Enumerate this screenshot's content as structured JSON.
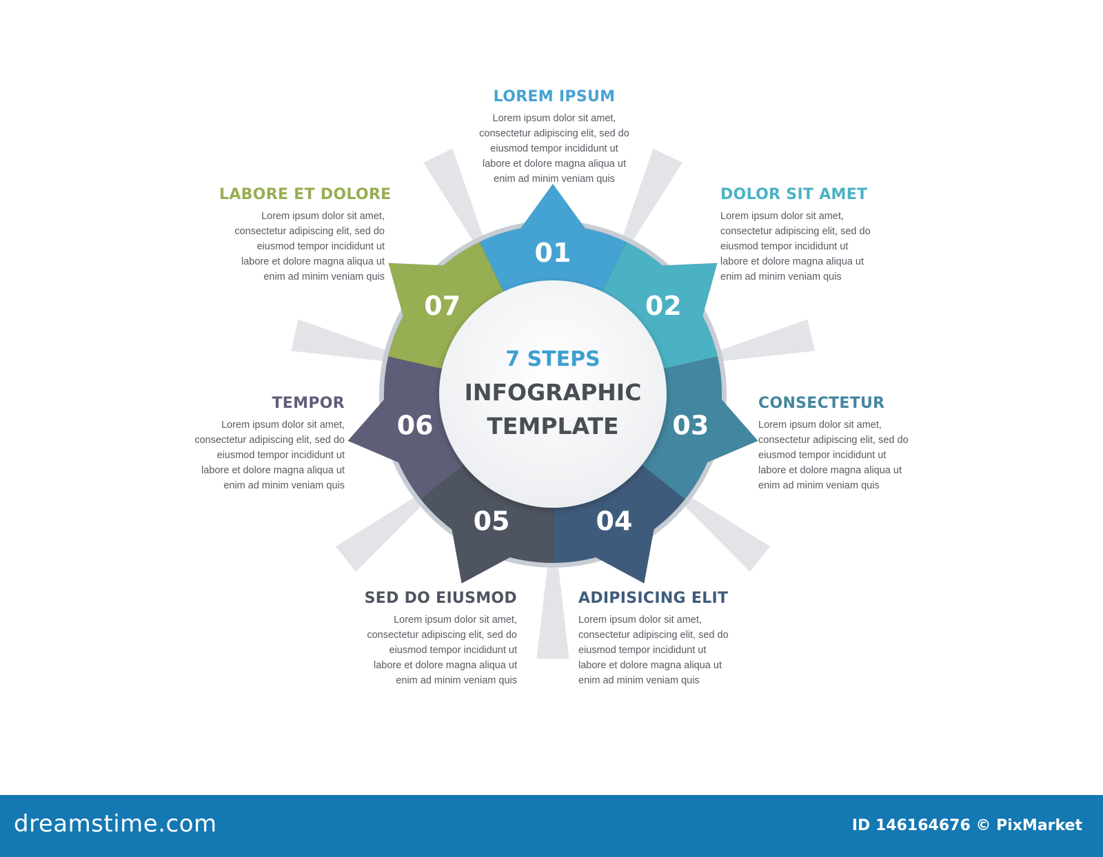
{
  "center": {
    "line1": "7 STEPS",
    "line2": "INFOGRAPHIC",
    "line3": "TEMPLATE",
    "accent": "#3ea0d0",
    "text_color": "#4a4e54"
  },
  "steps": [
    {
      "number": "01",
      "title": "LOREM IPSUM",
      "color": "#45a3d4"
    },
    {
      "number": "02",
      "title": "DOLOR SIT AMET",
      "color": "#4bb2c4"
    },
    {
      "number": "03",
      "title": "CONSECTETUR",
      "color": "#43869f"
    },
    {
      "number": "04",
      "title": "ADIPISICING ELIT",
      "color": "#3f5b7b"
    },
    {
      "number": "05",
      "title": "SED DO EIUSMOD",
      "color": "#4e5460"
    },
    {
      "number": "06",
      "title": "TEMPOR",
      "color": "#5f5e78"
    },
    {
      "number": "07",
      "title": "LABORE ET DOLORE",
      "color": "#97ae53"
    }
  ],
  "body_text": "Lorem ipsum dolor sit amet,\nconsectetur adipiscing elit, sed do\neiusmod tempor incididunt ut\nlabore et dolore magna aliqua ut\nenim ad minim veniam quis",
  "footer": {
    "brand": "dreamstime.com",
    "stock_id": "ID 146164676 © PixMarket",
    "background": "#1478b2"
  }
}
